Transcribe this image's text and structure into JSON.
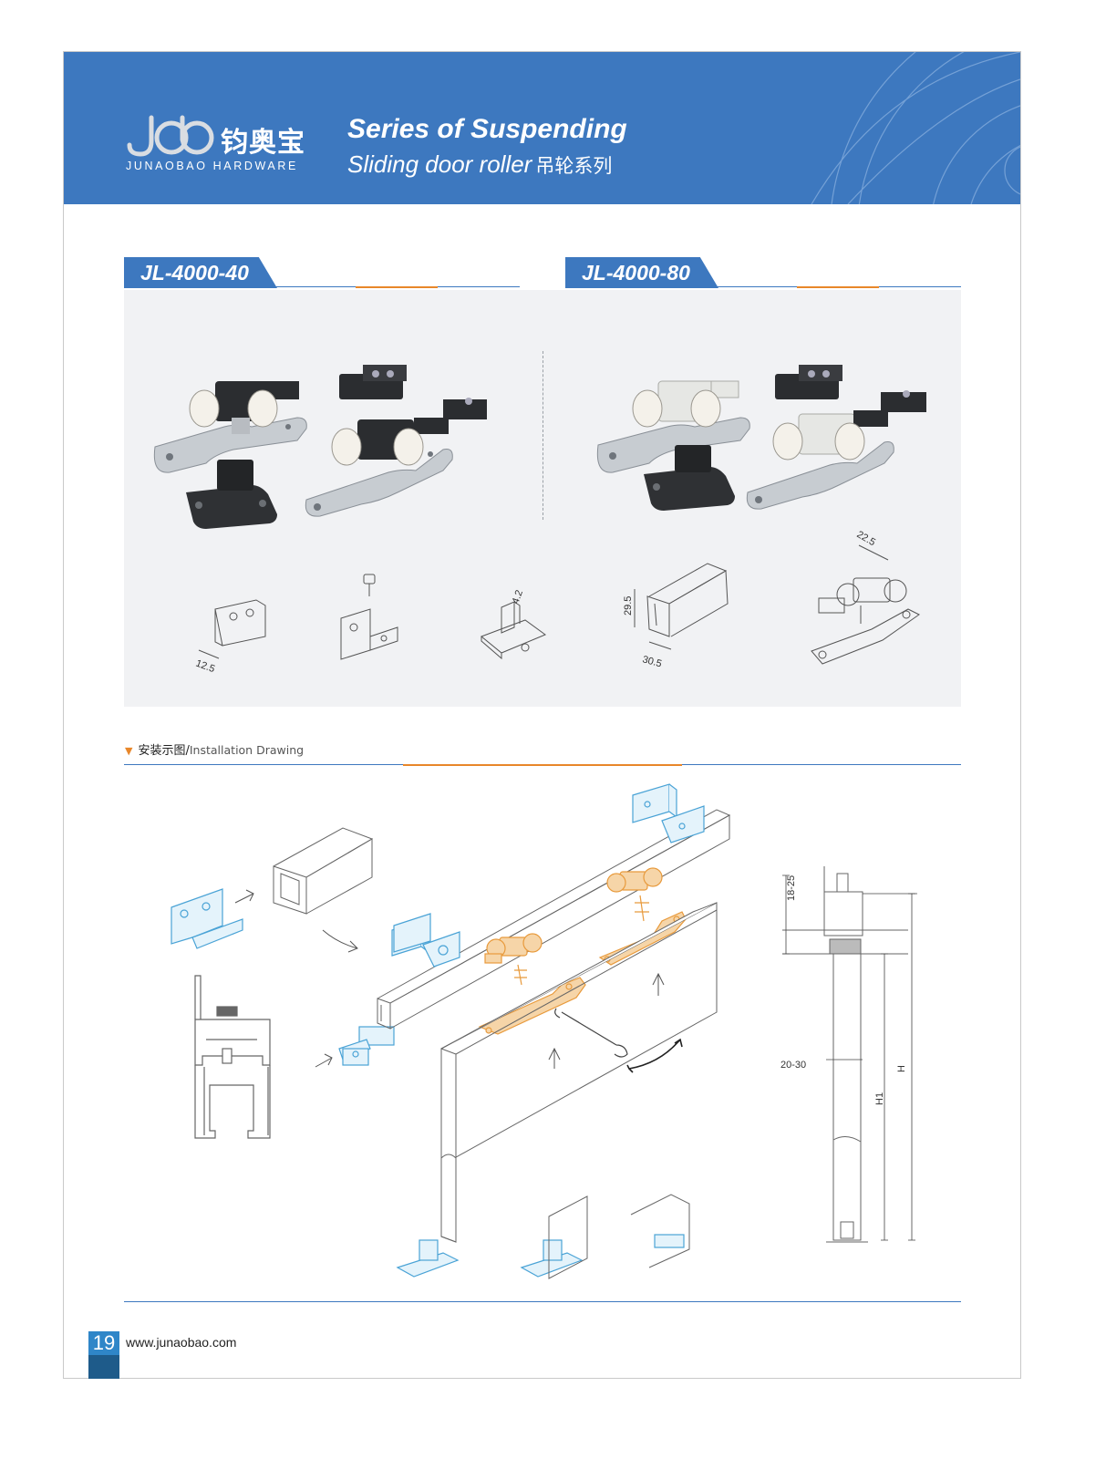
{
  "brand": {
    "logo_letters": "JDB",
    "name_cn": "钧奥宝",
    "name_en": "JUNAOBAO HARDWARE"
  },
  "header": {
    "title_line1": "Series of Suspending",
    "title_line2": "Sliding door roller",
    "title_cn": "吊轮系列"
  },
  "models": [
    {
      "code": "JL-4000-40"
    },
    {
      "code": "JL-4000-80"
    }
  ],
  "dimensions": {
    "guide_width": "12.5",
    "stop_height": "4.2",
    "track_height": "29.5",
    "track_width": "30.5",
    "roller_width": "22.5",
    "gap_top": "18-25",
    "door_thickness": "20-30",
    "height_h": "H",
    "height_h1": "H1"
  },
  "installation": {
    "label_cn": "安装示图",
    "label_sep": "/",
    "label_en": "Installation Drawing"
  },
  "footer": {
    "page_number": "19",
    "website": "www.junaobao.com"
  },
  "colors": {
    "brand_blue": "#3d78bf",
    "accent_orange": "#e8872a",
    "drawing_blue": "#4aa3d6",
    "drawing_orange": "#e89a3c"
  }
}
